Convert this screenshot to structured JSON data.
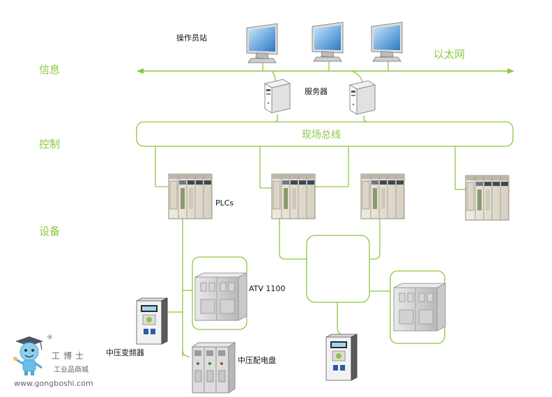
{
  "colors": {
    "line": "#8cc63f",
    "text": "#111111"
  },
  "layers": {
    "info": "信息",
    "control": "控制",
    "device": "设备"
  },
  "labels": {
    "operator_station": "操作员站",
    "ethernet": "以太网",
    "servers": "服务器",
    "fieldbus": "现场总线",
    "plcs": "PLCs",
    "atv": "ATV 1100",
    "mv_drive": "中压变频器",
    "mv_switchgear": "中压配电盘"
  },
  "watermark": {
    "brand_cn": "工博士",
    "registered": "®",
    "tagline": "工业品商城",
    "url": "www.gongboshi.com"
  }
}
